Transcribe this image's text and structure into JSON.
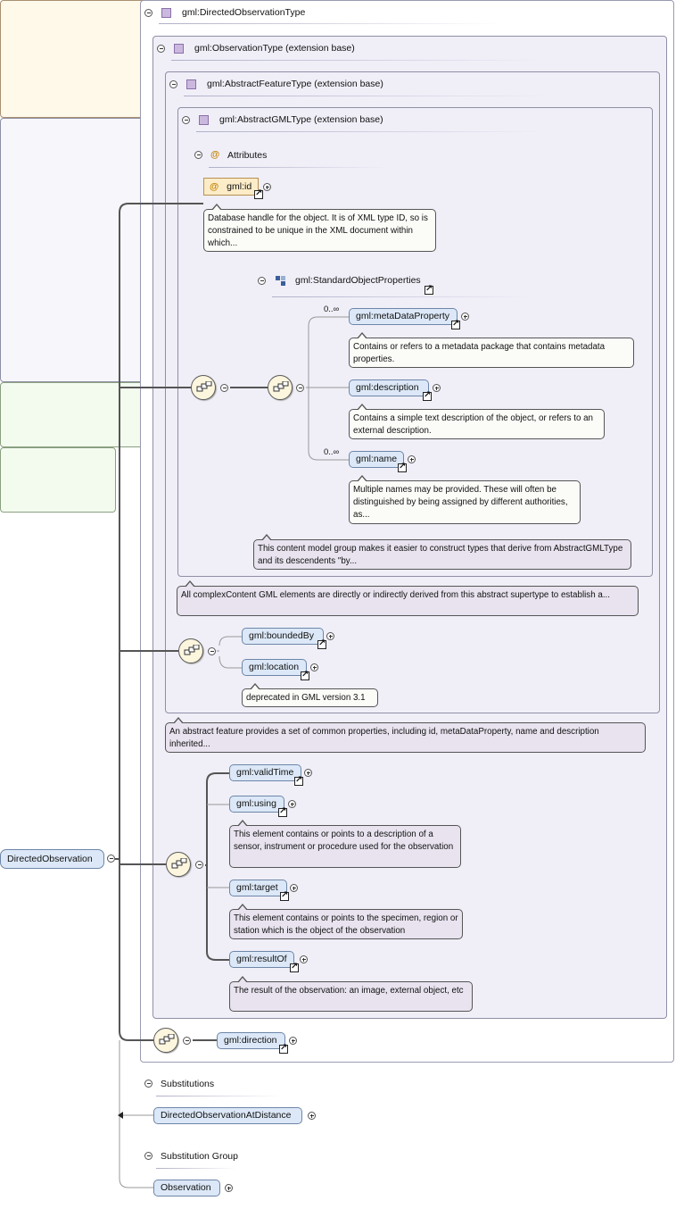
{
  "root": {
    "label": "DirectedObservation"
  },
  "types": {
    "directed": "gml:DirectedObservationType",
    "observation": "gml:ObservationType (extension base)",
    "abstract_feature": "gml:AbstractFeatureType (extension base)",
    "abstract_gml": "gml:AbstractGMLType (extension base)"
  },
  "attributes": {
    "title": "Attributes",
    "id_label": "gml:id",
    "id_doc": "Database handle for the object. It is of XML type ID, so is constrained to be unique in the XML document within which..."
  },
  "std_props": {
    "title": "gml:StandardObjectProperties",
    "metadata_card": "0..∞",
    "metadata_label": "gml:metaDataProperty",
    "metadata_doc": "Contains or refers to a metadata package that contains metadata properties.",
    "description_label": "gml:description",
    "description_doc": "Contains a simple text description of the object, or refers to an external description.",
    "name_card": "0..∞",
    "name_label": "gml:name",
    "name_doc": "Multiple names may be provided. These will often be distinguished by being assigned by different authorities, as...",
    "group_doc": "This content model group makes it easier to construct types that derive from AbstractGMLType and its descendents \"by..."
  },
  "abstract_gml_doc": "All complexContent GML elements are directly or indirectly derived from this abstract supertype to establish a...",
  "feature": {
    "bounded_by": "gml:boundedBy",
    "location": "gml:location",
    "location_doc": "deprecated in GML version 3.1",
    "doc": "An abstract feature provides a set of common properties, including id, metaDataProperty, name and description inherited..."
  },
  "observation": {
    "valid_time": "gml:validTime",
    "using": "gml:using",
    "using_doc": "This element contains or points to a description of a sensor, instrument or procedure used for the observation",
    "target": "gml:target",
    "target_doc": "This element contains or points to the specimen, region or station which is the object of the observation",
    "result_of": "gml:resultOf",
    "result_of_doc": "The result of the observation: an image, external object, etc"
  },
  "direction": {
    "label": "gml:direction"
  },
  "substitutions": {
    "title": "Substitutions",
    "item": "DirectedObservationAtDistance"
  },
  "substitution_group": {
    "title": "Substitution Group",
    "item": "Observation"
  }
}
